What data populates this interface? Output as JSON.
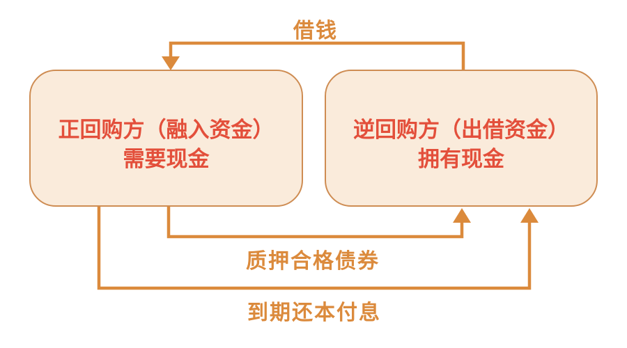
{
  "diagram": {
    "kind": "repo-transaction-flow"
  },
  "colors": {
    "background": "#FFFFFF",
    "arrow_orange": "#DB8A3C",
    "label_orange": "#DB8A3C",
    "box_fill": "#FAEBDB",
    "box_border": "#CE8C52",
    "box_text_red": "#E34F3B"
  },
  "nodes": {
    "repo_party": {
      "line1": "正回购方（融入资金）",
      "line2": "需要现金"
    },
    "reverse_repo_party": {
      "line1": "逆回购方（出借资金）",
      "line2": "拥有现金"
    }
  },
  "arrows": {
    "borrow": {
      "label": "借钱",
      "direction": "right-box-to-left-box"
    },
    "pledge": {
      "label": "质押合格债券",
      "direction": "left-box-to-right-box"
    },
    "repay": {
      "label": "到期还本付息",
      "direction": "left-box-to-right-box"
    }
  }
}
